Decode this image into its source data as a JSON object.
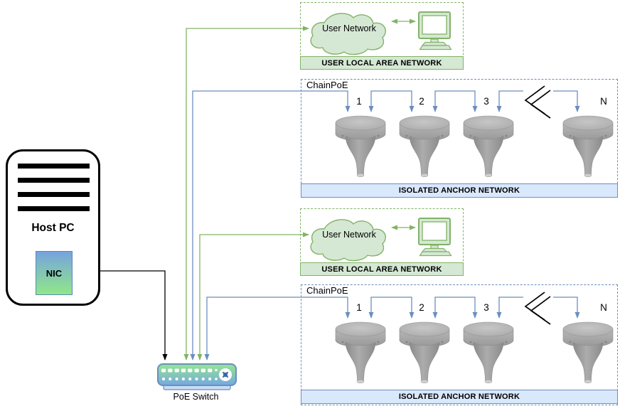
{
  "host_pc": {
    "label": "Host PC",
    "nic_label": "NIC"
  },
  "switch": {
    "label": "PoE Switch"
  },
  "lans": [
    {
      "cloud_label": "User Network",
      "bar_label": "USER LOCAL AREA NETWORK"
    },
    {
      "cloud_label": "User Network",
      "bar_label": "USER LOCAL AREA NETWORK"
    }
  ],
  "chains": [
    {
      "title": "ChainPoE",
      "bar_label": "ISOLATED ANCHOR NETWORK",
      "anchors": [
        "1",
        "2",
        "3",
        "N"
      ]
    },
    {
      "title": "ChainPoE",
      "bar_label": "ISOLATED ANCHOR NETWORK",
      "anchors": [
        "1",
        "2",
        "3",
        "N"
      ]
    }
  ],
  "colors": {
    "lan_stroke": "#82b366",
    "lan_fill": "#d5e8d4",
    "anchor_net_stroke": "#6c8ebf",
    "anchor_net_fill": "#dae8fc",
    "wire_black": "#000000",
    "device_gray": "#9b9b9b",
    "nic_gradient_top": "#76a4de",
    "nic_gradient_bottom": "#90e789",
    "switch_gradient_top": "#94e78e",
    "switch_gradient_bottom": "#76a7e3"
  }
}
